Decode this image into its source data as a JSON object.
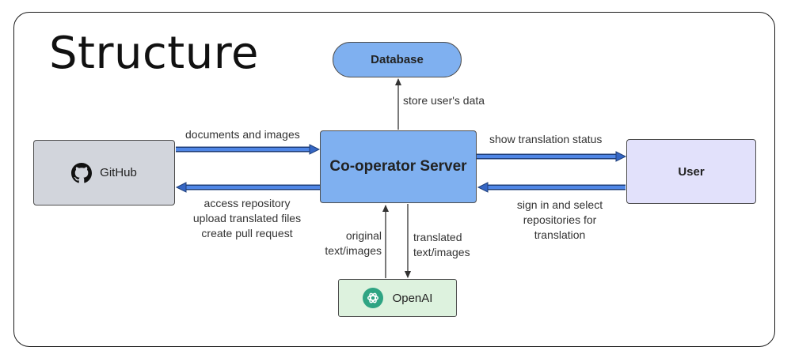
{
  "title": "Structure",
  "nodes": {
    "database": "Database",
    "server": "Co-operator Server",
    "github": "GitHub",
    "user": "User",
    "openai": "OpenAI"
  },
  "edges": {
    "store": "store user's data",
    "docs": "documents and images",
    "access": [
      "access repository",
      "upload translated files",
      "create pull request"
    ],
    "status": "show translation status",
    "signin": [
      "sign in and select",
      "repositories for",
      "translation"
    ],
    "original": [
      "original",
      "text/images"
    ],
    "translated": [
      "translated",
      "text/images"
    ]
  },
  "colors": {
    "server": "#7fb0f0",
    "database": "#7fb0f0",
    "github": "#d2d5dc",
    "user": "#e2e1fb",
    "openai": "#ddf2de",
    "thick_arrow": "#3f73d8"
  },
  "icons": {
    "github": "github-icon",
    "openai": "openai-icon"
  }
}
